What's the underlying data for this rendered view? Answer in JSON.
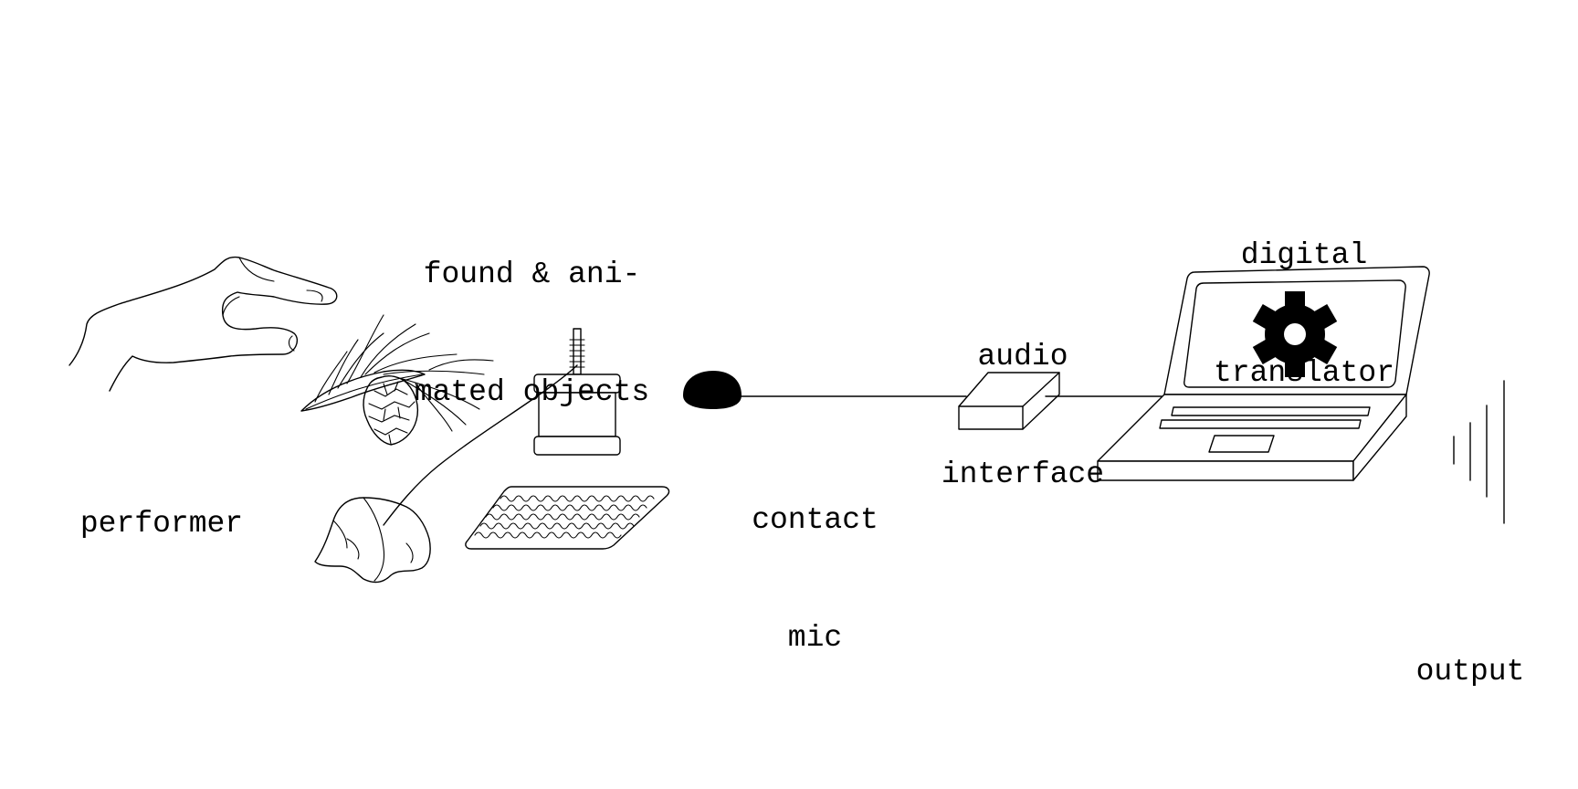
{
  "labels": {
    "performer": "performer",
    "objects_line1": "found & ani-",
    "objects_line2": "mated objects",
    "contact_mic_line1": "contact",
    "contact_mic_line2": "mic",
    "audio_interface_line1": "audio",
    "audio_interface_line2": "interface",
    "digital_translator_line1": "digital",
    "digital_translator_line2": "translator",
    "output": "output"
  },
  "icons": {
    "hand": "hand-icon",
    "pine_branch": "pine-branch-icon",
    "leaf": "leaf-icon",
    "motor": "stepper-motor-icon",
    "textile": "textile-mat-icon",
    "contact_mic": "contact-mic-icon",
    "audio_interface": "audio-interface-box-icon",
    "laptop": "laptop-icon",
    "gear": "gear-icon",
    "sound_waves": "sound-waves-icon"
  },
  "colors": {
    "stroke": "#000000",
    "background": "#ffffff"
  }
}
